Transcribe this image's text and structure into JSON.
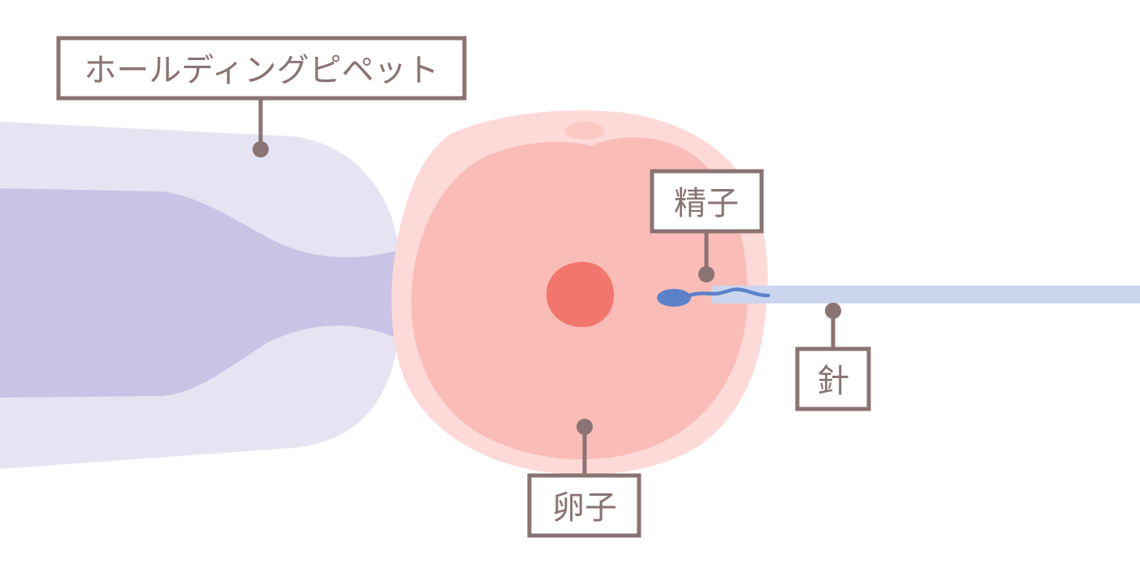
{
  "labels": {
    "holding_pipette": "ホールディングピペット",
    "sperm": "精子",
    "needle": "針",
    "egg": "卵子"
  },
  "colors": {
    "background": "#ffffff",
    "pipette_outer": "#e6e4f2",
    "pipette_inner": "#c9c4e6",
    "zona_pellucida": "#fdd9d7",
    "egg_cytoplasm": "#f9bcb6",
    "polar_body": "#fcc8c3",
    "nucleus": "#f2766d",
    "sperm": "#5b82c9",
    "needle": "#cbd6ee",
    "callout": "#8a7373"
  }
}
